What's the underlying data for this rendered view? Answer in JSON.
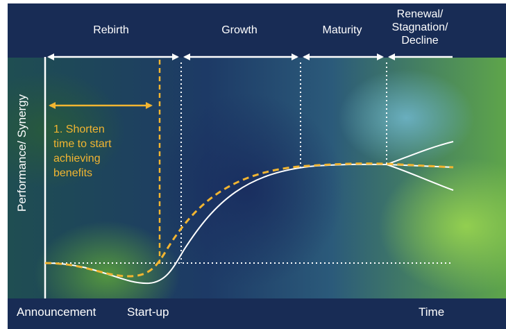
{
  "phases": {
    "rebirth": "Rebirth",
    "growth": "Growth",
    "maturity": "Maturity",
    "renewal": [
      "Renewal/",
      "Stagnation/",
      "Decline"
    ]
  },
  "axis": {
    "y_label": "Performance/ Synergy",
    "x_start": "Announcement",
    "x_mid": "Start-up",
    "x_end": "Time"
  },
  "note": [
    "1. Shorten",
    "time to start",
    "achieving",
    "benefits"
  ],
  "colors": {
    "band": "#182c55",
    "accent": "#f2b531",
    "line": "#ffffff"
  }
}
